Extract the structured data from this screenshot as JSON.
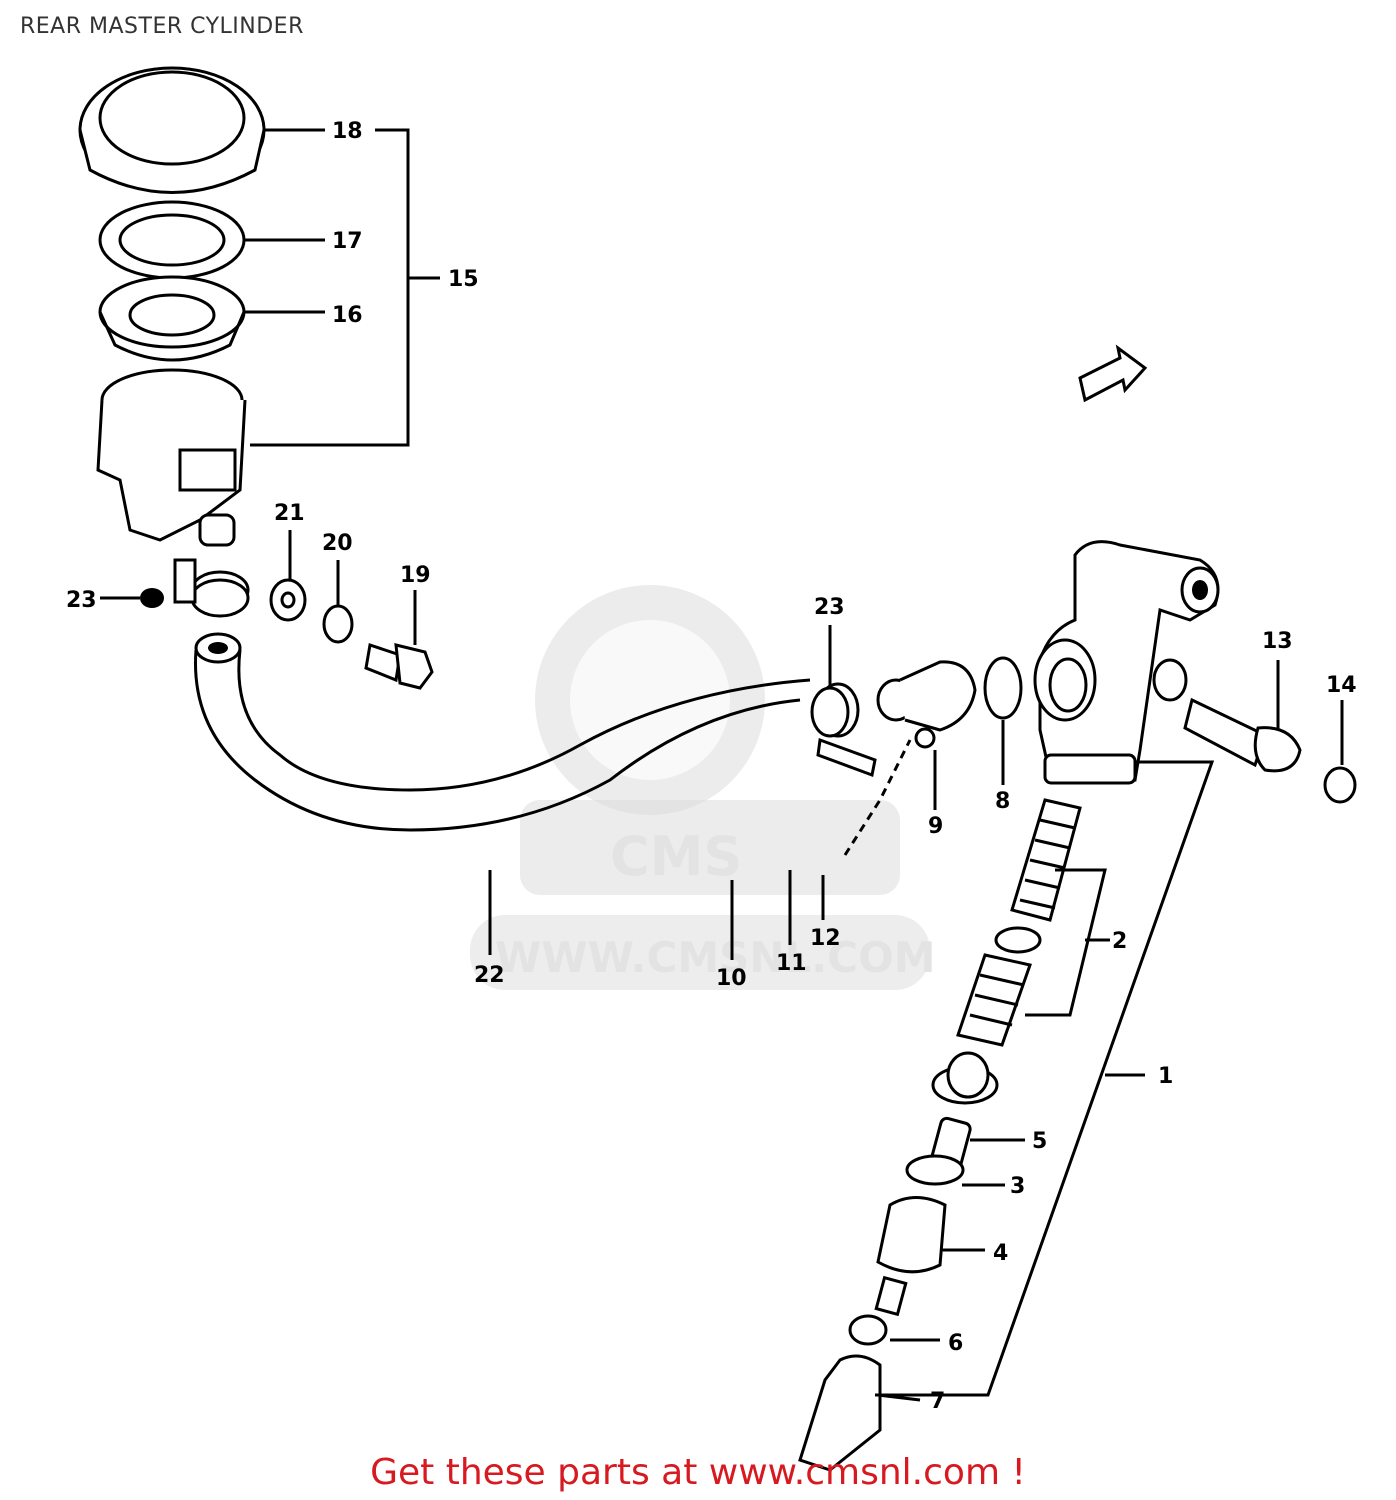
{
  "title": "REAR MASTER CYLINDER",
  "footer": "Get these parts at www.cmsnl.com !",
  "watermark": {
    "logo": "CMS",
    "url": "WWW.CMSNL.COM"
  },
  "parts": [
    {
      "no": "1"
    },
    {
      "no": "2"
    },
    {
      "no": "3"
    },
    {
      "no": "4"
    },
    {
      "no": "5"
    },
    {
      "no": "6"
    },
    {
      "no": "7"
    },
    {
      "no": "8"
    },
    {
      "no": "9"
    },
    {
      "no": "10"
    },
    {
      "no": "11"
    },
    {
      "no": "12"
    },
    {
      "no": "13"
    },
    {
      "no": "14"
    },
    {
      "no": "15"
    },
    {
      "no": "16"
    },
    {
      "no": "17"
    },
    {
      "no": "18"
    },
    {
      "no": "19"
    },
    {
      "no": "20"
    },
    {
      "no": "21"
    },
    {
      "no": "22"
    },
    {
      "no": "23"
    },
    {
      "no": "23"
    }
  ],
  "colors": {
    "footer": "#d71920",
    "ink": "#000000",
    "watermark": "#dcdcdc"
  }
}
